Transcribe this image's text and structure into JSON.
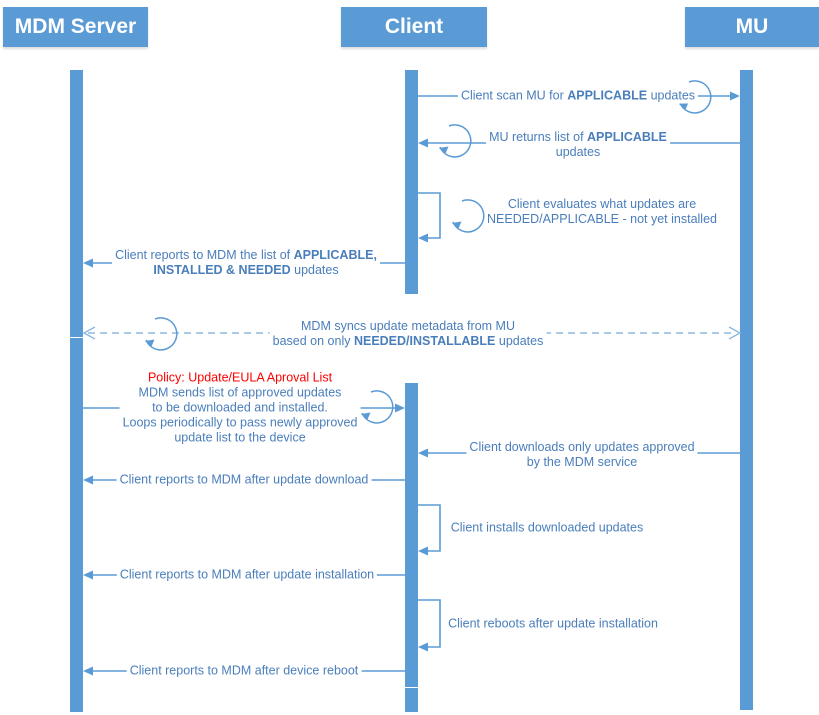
{
  "colors": {
    "shape_blue": "#5b9bd5",
    "text_blue": "#4a7ebb",
    "dashed_blue": "#8fb8e0",
    "policy_red": "#ff0000"
  },
  "actors": [
    {
      "label": "MDM Server"
    },
    {
      "label": "Client"
    },
    {
      "label": "MU"
    }
  ],
  "messages": {
    "scan": {
      "pre": "Client scan MU for ",
      "bold": "APPLICABLE",
      "post": " updates"
    },
    "return_list": {
      "l1_pre": "MU returns list of ",
      "l1_bold": "APPLICABLE",
      "l2": "updates"
    },
    "evaluate": {
      "l1": "Client evaluates what updates are",
      "l2": "NEEDED/APPLICABLE - not yet installed"
    },
    "report_list": {
      "l1_pre": "Client reports to MDM the list of ",
      "l1_bold": "APPLICABLE,",
      "l2_bold": "INSTALLED & NEEDED",
      "l2_post": " updates"
    },
    "sync": {
      "l1": "MDM syncs update metadata from MU",
      "l2_pre": "based on only ",
      "l2_bold": "NEEDED/INSTALLABLE",
      "l2_post": " updates"
    },
    "policy": {
      "title": "Policy: Update/EULA Aproval List",
      "l1": "MDM sends list of approved updates",
      "l2": "to be downloaded and installed.",
      "l3": "Loops periodically to pass newly approved",
      "l4": "update list to the device"
    },
    "download": {
      "l1": "Client downloads only updates approved",
      "l2": "by the MDM service"
    },
    "report_download": {
      "text": "Client reports to MDM after update download"
    },
    "install": {
      "text": "Client installs downloaded updates"
    },
    "report_install": {
      "text": "Client reports to MDM after update installation"
    },
    "reboot": {
      "text": "Client reboots after update installation"
    },
    "report_reboot": {
      "text": "Client reports to MDM after device reboot"
    }
  }
}
